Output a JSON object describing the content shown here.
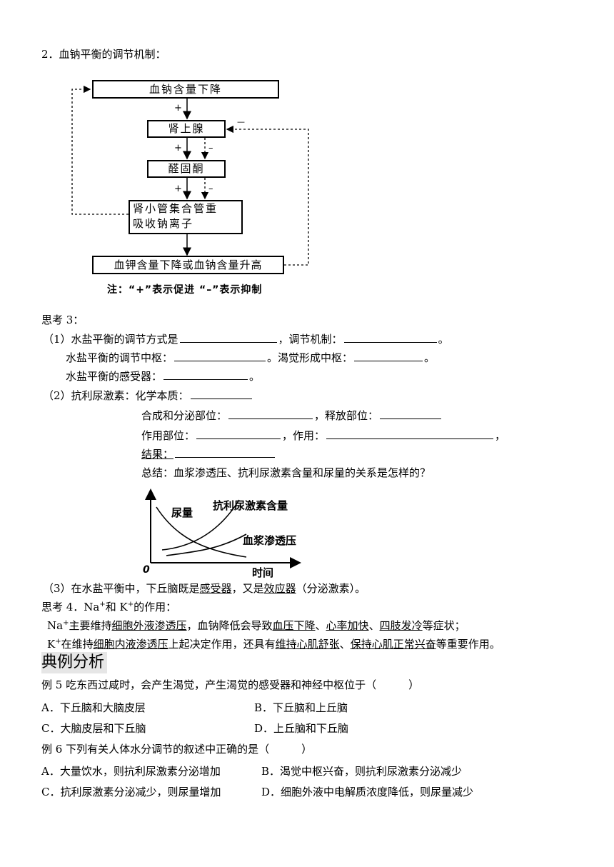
{
  "section_title": "2．血钠平衡的调节机制：",
  "diagram": {
    "box1": "血钠含量下降",
    "box2": "肾上腺",
    "box3": "醛固酮",
    "box4_line1": "肾小管集合管重",
    "box4_line2": "吸收钠离子",
    "box5": "血钾含量下降或血钠含量升高",
    "plus": "+",
    "minus": "–",
    "minus_top": "—",
    "note": "注：“+”表示促进 “–”表示抑制"
  },
  "think3": {
    "title": "思考 3：",
    "q1_a": "（1）水盐平衡的调节方式是",
    "q1_b": "，调节机制：",
    "period": "。",
    "q1_c": "水盐平衡的调节中枢：",
    "q1_d": "。渴觉形成中枢：",
    "q1_e": "水盐平衡的感受器：",
    "q2_a": "（2）抗利尿激素：化学本质：",
    "q2_b": "合成和分泌部位：",
    "q2_c": "，释放部位：",
    "q2_d": "作用部位：",
    "q2_e": "，作用：",
    "comma": "，",
    "q2_f": "结果：",
    "q2_g": "总结：血浆渗透压、抗利尿激素含量和尿量的关系是怎样的？"
  },
  "graph": {
    "label_urine": "尿量",
    "label_adh": "抗利尿激素含量",
    "label_osm": "血浆渗透压",
    "origin": "0",
    "xlabel": "时间"
  },
  "q3": {
    "a": "（3）在水盐平衡中，下丘脑既是",
    "b": "感受器",
    "c": "，又是",
    "d": "效应器",
    "e": "（分泌激素）。"
  },
  "think4": {
    "title_a": "思考 4．Na",
    "title_b": "和 K",
    "title_c": "的作用：",
    "sup_plus": "+",
    "na_a": "Na",
    "na_b": "主要维持",
    "na_c": "细胞外液渗透压",
    "na_d": "，血钠降低会导致",
    "na_e": "血压下降",
    "na_f": "、",
    "na_g": "心率加快",
    "na_h": "四肢发冷",
    "na_i": "等症状；",
    "k_a": "K",
    "k_b": "在维持",
    "k_c": "细胞内液渗透压",
    "k_d": "上起决定作用，还具有",
    "k_e": "维持心肌舒张",
    "k_f": "保持心肌正常兴奋",
    "k_g": "等重要作用。"
  },
  "heading": "典例分析",
  "ex5": {
    "stem": "例 5 吃东西过咸时，会产生渴觉，产生渴觉的感受器和神经中枢位于（　　　）",
    "A": "A．下丘脑和大脑皮层",
    "B": "B．下丘脑和上丘脑",
    "C": "C．大脑皮层和下丘脑",
    "D": "D．上丘脑和下丘脑"
  },
  "ex6": {
    "stem": "例 6 下列有关人体水分调节的叙述中正确的是（　　　）",
    "A": "A．大量饮水，则抗利尿激素分泌增加",
    "B": "B．渴觉中枢兴奋，则抗利尿激素分泌减少",
    "C": "C．抗利尿激素分泌减少，则尿量增加",
    "D": "D．细胞外液中电解质浓度降低，则尿量减少"
  }
}
